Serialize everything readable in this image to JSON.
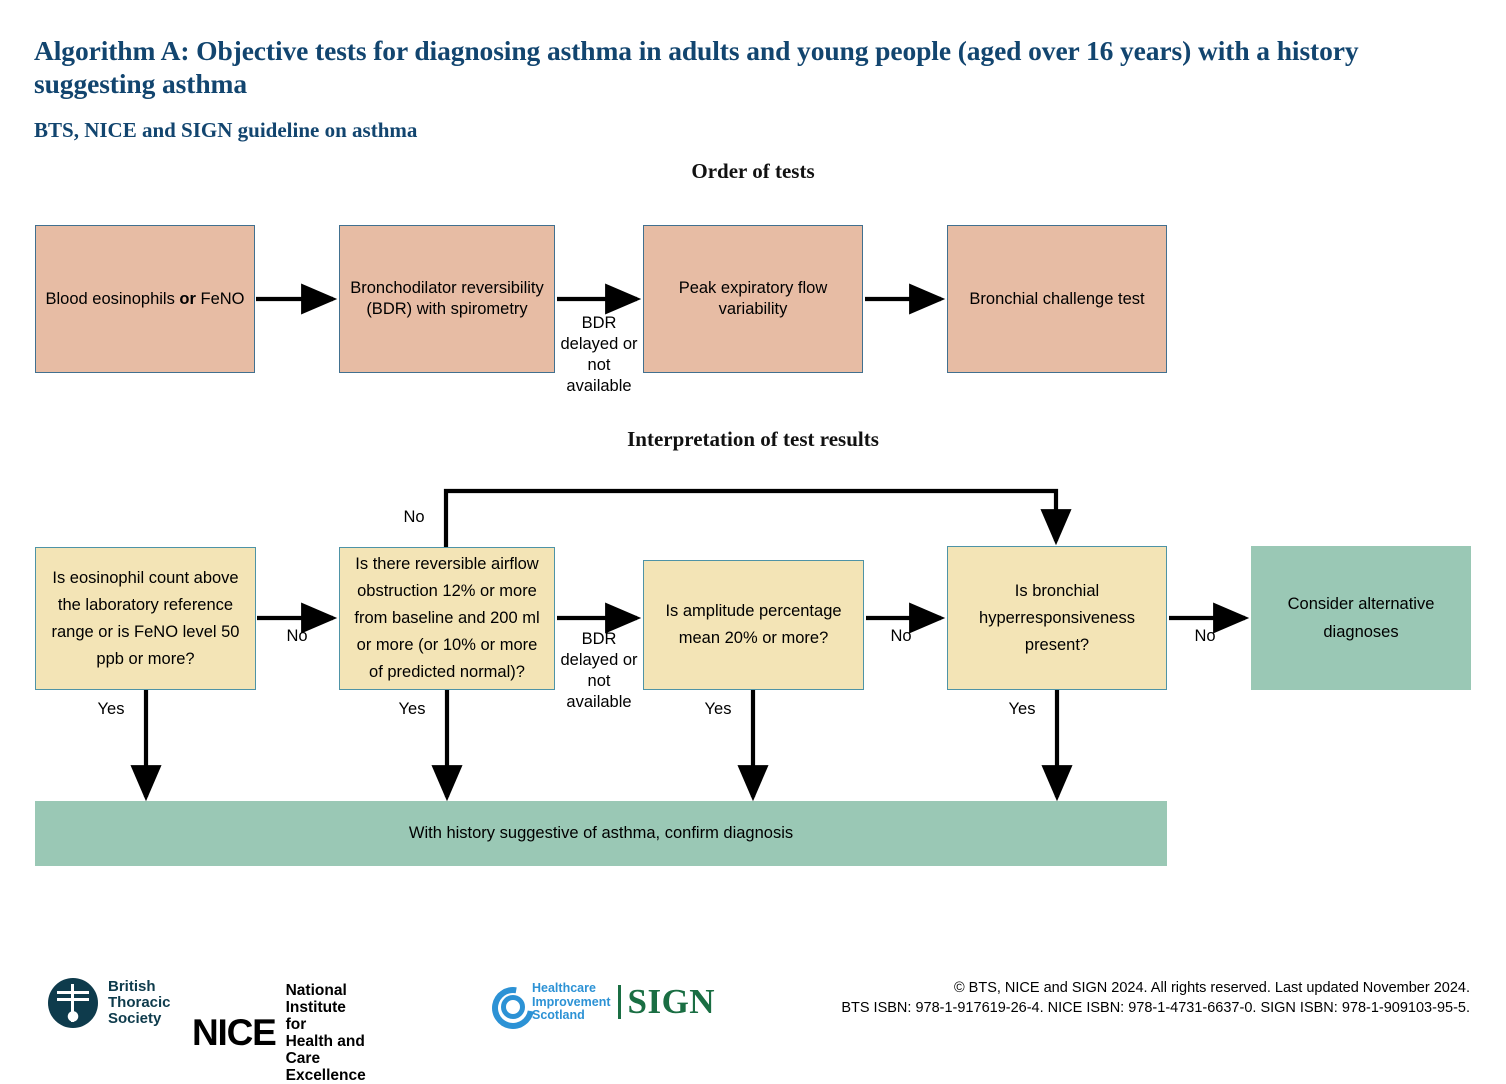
{
  "header": {
    "title": "Algorithm A: Objective tests for diagnosing asthma in adults and young people (aged over 16 years) with a history suggesting asthma",
    "subtitle": "BTS, NICE and SIGN guideline on asthma",
    "title_color": "#12456F"
  },
  "sections": {
    "order_of_tests": "Order of tests",
    "interpretation": "Interpretation of test results"
  },
  "colors": {
    "test_box": "#E7BCA4",
    "test_box_border": "#41708F",
    "decision_box": "#F3E4B6",
    "decision_box_border": "#4E93A6",
    "outcome_box": "#9AC8B5",
    "arrow": "#000000"
  },
  "order_boxes": [
    {
      "label": "Blood eosinophils or FeNO",
      "bold_part": "or"
    },
    {
      "label": "Bronchodilator reversibility (BDR) with spirometry"
    },
    {
      "label": "Peak expiratory flow variability"
    },
    {
      "label": "Bronchial challenge test"
    }
  ],
  "order_edge_labels": [
    {
      "text": "BDR delayed or not available"
    }
  ],
  "interp_boxes": [
    {
      "label": "Is eosinophil count above the laboratory reference range or is FeNO level 50 ppb or more?"
    },
    {
      "label": "Is there reversible airflow obstruction 12% or more from baseline and 200 ml or more (or 10% or more of predicted normal)?"
    },
    {
      "label": "Is amplitude percentage mean 20% or more?"
    },
    {
      "label": "Is bronchial hyperresponsiveness present?"
    },
    {
      "label": "Consider alternative diagnoses"
    }
  ],
  "interp_edge_labels": {
    "no_1": "No",
    "no_2": "BDR delayed or not available",
    "no_3": "No",
    "no_4": "No",
    "no_loop": "No",
    "yes_1": "Yes",
    "yes_2": "Yes",
    "yes_3": "Yes",
    "yes_4": "Yes"
  },
  "outcome_bar": {
    "label": "With history suggestive of asthma, confirm diagnosis"
  },
  "footer": {
    "bts_logo_text": "British Thoracic Society",
    "bts_line1": "British",
    "bts_line2": "Thoracic",
    "bts_line3": "Society",
    "nice_word": "NICE",
    "nice_line1": "National Institute for",
    "nice_line2": "Health and Care Excellence",
    "his_line1": "Healthcare",
    "his_line2": "Improvement",
    "his_line3": "Scotland",
    "sign_word": "SIGN",
    "copyright_line1": "© BTS, NICE and SIGN 2024. All rights reserved. Last updated November 2024.",
    "copyright_line2": "BTS ISBN: 978-1-917619-26-4. NICE ISBN: 978-1-4731-6637-0. SIGN ISBN: 978-1-909103-95-5."
  }
}
